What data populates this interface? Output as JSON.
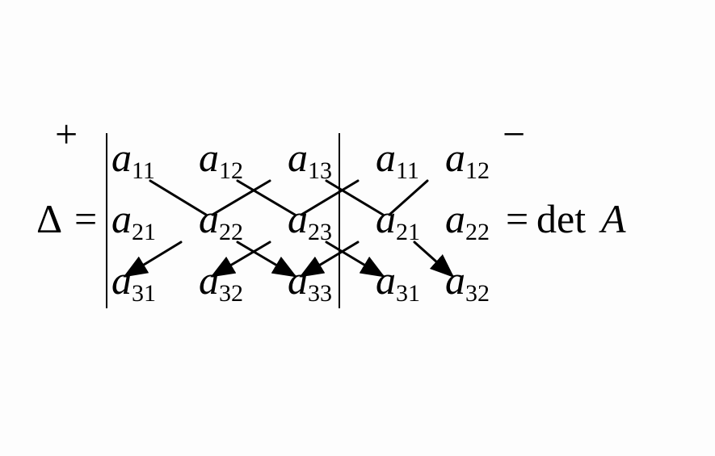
{
  "signs": {
    "plus": "+",
    "minus": "−"
  },
  "lhs": {
    "delta": "Δ",
    "equals": "="
  },
  "rhs": {
    "equals": "=",
    "det": "det",
    "matrix": "A"
  },
  "entry_base": "a",
  "entries": [
    [
      "11",
      "12",
      "13",
      "11",
      "12"
    ],
    [
      "21",
      "22",
      "23",
      "21",
      "22"
    ],
    [
      "31",
      "32",
      "33",
      "31",
      "32"
    ]
  ],
  "plus_diagonals": [
    {
      "from": [
        0,
        0
      ],
      "to": [
        2,
        2
      ]
    },
    {
      "from": [
        0,
        1
      ],
      "to": [
        2,
        3
      ]
    },
    {
      "from": [
        0,
        2
      ],
      "to": [
        2,
        4
      ]
    }
  ],
  "minus_diagonals": [
    {
      "from": [
        0,
        2
      ],
      "to": [
        2,
        0
      ]
    },
    {
      "from": [
        0,
        3
      ],
      "to": [
        2,
        1
      ]
    },
    {
      "from": [
        0,
        4
      ],
      "to": [
        2,
        2
      ]
    }
  ]
}
